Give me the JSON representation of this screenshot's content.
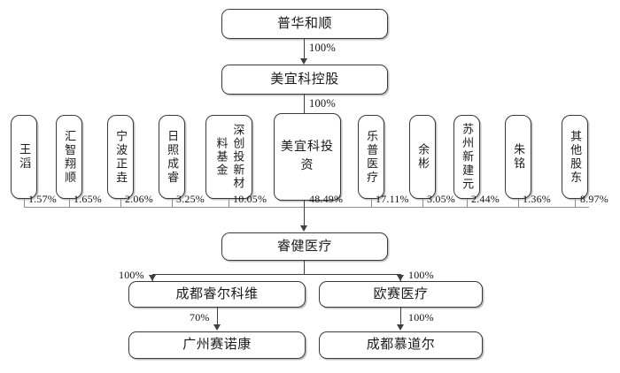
{
  "diagram": {
    "type": "organizational-ownership-chart",
    "top_entity": {
      "name": "普华和顺",
      "stake_to_child": "100%"
    },
    "holding_entity": {
      "name": "美宜科控股",
      "stake_to_child": "100%"
    },
    "core_entity": {
      "name": "美宜科投资"
    },
    "subject_entity": {
      "name": "睿健医疗"
    },
    "shareholders": [
      {
        "name": "王滔",
        "pct": "1.57%",
        "style": "vertical"
      },
      {
        "name": "汇智翔顺",
        "pct": "1.65%",
        "style": "vertical"
      },
      {
        "name": "宁波正垚",
        "pct": "2.06%",
        "style": "vertical"
      },
      {
        "name": "日照成睿",
        "pct": "3.25%",
        "style": "vertical"
      },
      {
        "name": "深创投新材料基金",
        "pct": "10.05%",
        "style": "vertical-two-column"
      },
      {
        "name": "美宜科投资",
        "pct": "48.49%",
        "style": "horizontal-center"
      },
      {
        "name": "乐普医疗",
        "pct": "17.11%",
        "style": "vertical"
      },
      {
        "name": "余彬",
        "pct": "3.05%",
        "style": "vertical"
      },
      {
        "name": "苏州新建元",
        "pct": "2.44%",
        "style": "vertical"
      },
      {
        "name": "朱铭",
        "pct": "1.36%",
        "style": "vertical"
      },
      {
        "name": "其他股东",
        "pct": "8.97%",
        "style": "vertical"
      }
    ],
    "subsidiaries": [
      {
        "name": "成都睿尔科维",
        "pct": "100%"
      },
      {
        "name": "欧赛医疗",
        "pct": "100%"
      }
    ],
    "grandchildren": [
      {
        "name": "广州赛诺康",
        "pct": "70%",
        "parent": "成都睿尔科维"
      },
      {
        "name": "成都慕道尔",
        "pct": "100%",
        "parent": "欧赛医疗"
      }
    ]
  }
}
